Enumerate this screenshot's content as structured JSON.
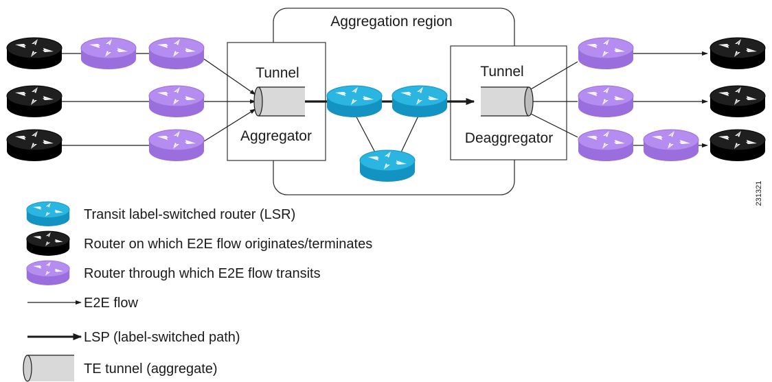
{
  "diagram": {
    "region_label": "Aggregation region",
    "tunnel_in_label": "Tunnel",
    "aggregator_label": "Aggregator",
    "tunnel_out_label": "Tunnel",
    "deaggregator_label": "Deaggregator",
    "figure_id": "231321"
  },
  "legend": {
    "transit_lsr": "Transit label-switched router (LSR)",
    "edge_router": "Router on which E2E flow originates/terminates",
    "transit_router": "Router through which E2E flow transits",
    "e2e_flow": "E2E flow",
    "lsp": "LSP (label-switched path)",
    "te_tunnel": "TE tunnel (aggregate)"
  },
  "colors": {
    "edge_router": "#111111",
    "transit_router": "#a77ce6",
    "lsr": "#17a2cf",
    "tunnel_fill": "#d9d9d9",
    "line": "#2b2b2b"
  },
  "icons": {
    "edge_router": "router-black-icon",
    "transit_router": "router-purple-icon",
    "lsr": "router-blue-icon",
    "tunnel": "tunnel-cylinder-icon"
  }
}
